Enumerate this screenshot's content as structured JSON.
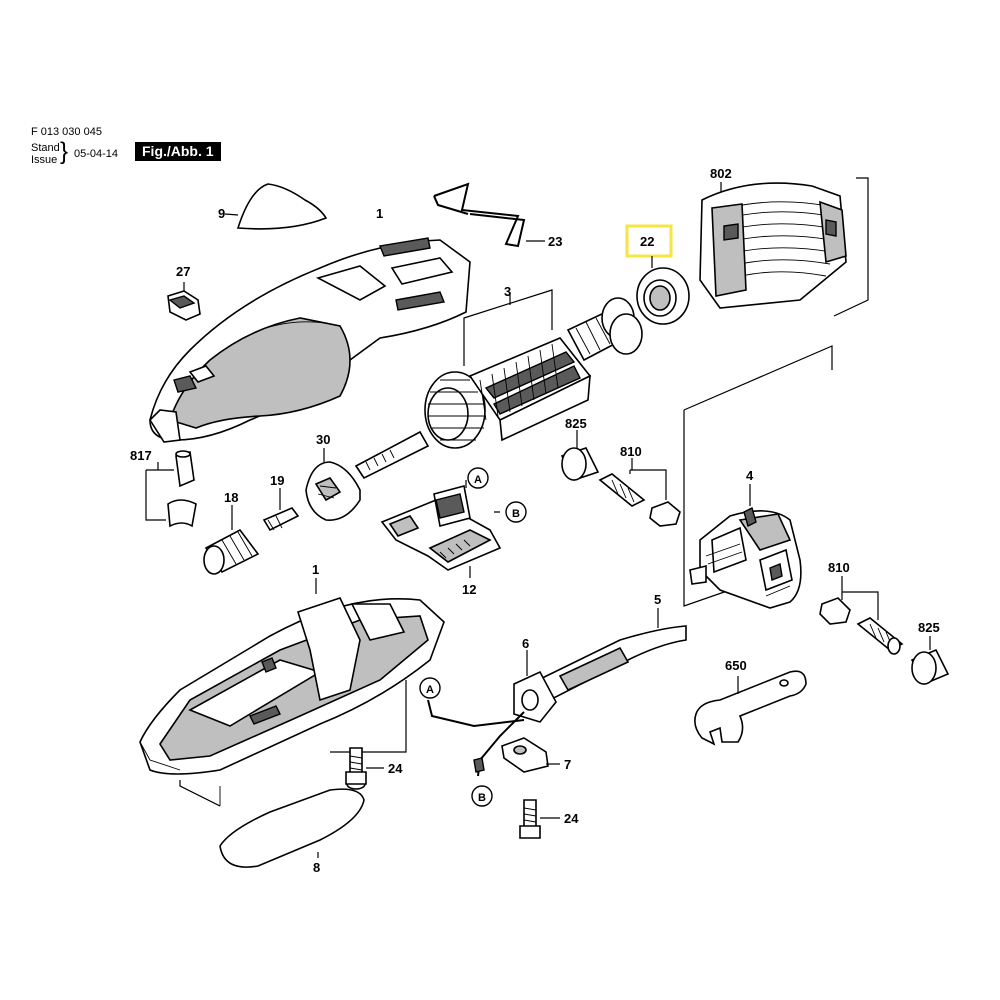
{
  "header": {
    "doc_number": "F 013 030 045",
    "stand": "Stand",
    "issue": "Issue",
    "date": "05-04-14",
    "fig_label": "Fig./Abb. 1"
  },
  "highlight_color": "#f5e642",
  "callouts": {
    "c9": "9",
    "c1_top": "1",
    "c23": "23",
    "c22": "22",
    "c802": "802",
    "c27": "27",
    "c3": "3",
    "c825_top": "825",
    "c810_top": "810",
    "c4": "4",
    "c817": "817",
    "c30": "30",
    "c19": "19",
    "c18": "18",
    "cA_top": "A",
    "cB_top": "B",
    "c12": "12",
    "c810_right": "810",
    "c825_right": "825",
    "c1_bottom": "1",
    "c5": "5",
    "c6": "6",
    "c650": "650",
    "cA_bottom": "A",
    "c7": "7",
    "cB_bottom": "B",
    "c24_left": "24",
    "c24_right": "24",
    "c8": "8"
  }
}
